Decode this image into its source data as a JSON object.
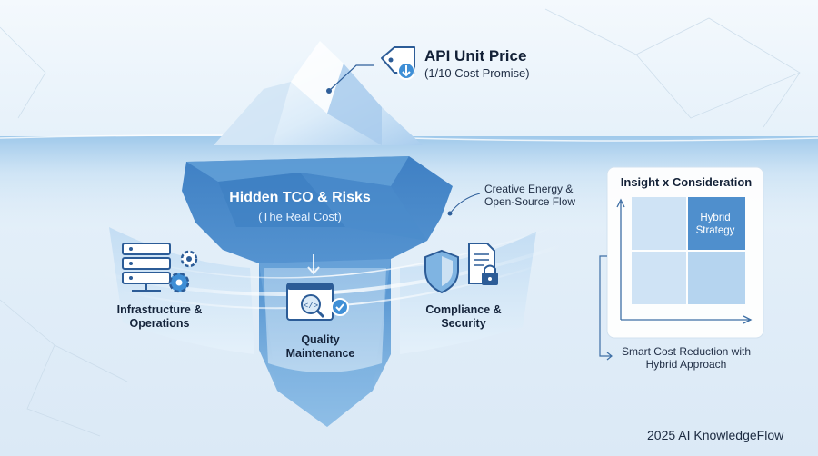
{
  "tip": {
    "title": "API Unit Price",
    "subtitle": "(1/10 Cost Promise)",
    "icon": "price-tag-icon"
  },
  "hidden": {
    "title": "Hidden TCO & Risks",
    "subtitle": "(The Real Cost)"
  },
  "creative_label": "Creative Energy & Open-Source Flow",
  "segments": [
    {
      "label": "Infrastructure & Operations",
      "icon": "server-gear-icon"
    },
    {
      "label": "Quality Maintenance",
      "icon": "code-inspect-icon"
    },
    {
      "label": "Compliance & Security",
      "icon": "shield-lock-icon"
    }
  ],
  "matrix": {
    "title": "Insight x Consideration",
    "highlight": "Hybrid Strategy",
    "outcome": "Smart Cost Reduction with Hybrid Approach"
  },
  "brand": "2025 AI KnowledgeFlow",
  "colors": {
    "background": "#e8f3fb",
    "water": "#5f9fd8",
    "ice_deep": "#2f6fb8",
    "ice_light": "#eaf5fd",
    "accent": "#3f8fd6",
    "text_dark": "#122036"
  }
}
